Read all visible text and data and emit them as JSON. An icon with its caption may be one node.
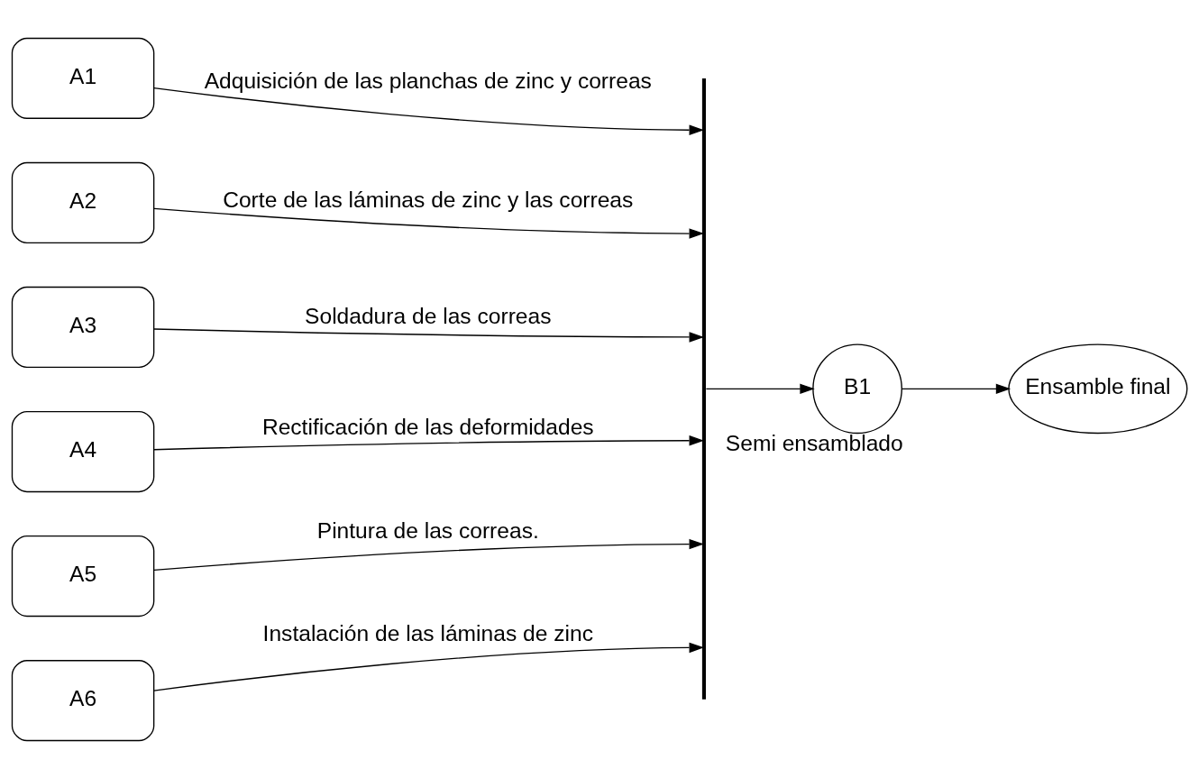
{
  "diagram": {
    "nodes": [
      {
        "text": [
          "A1"
        ]
      },
      {
        "text": [
          "A2"
        ]
      },
      {
        "text": [
          "A3"
        ]
      },
      {
        "text": [
          "A4"
        ]
      },
      {
        "text": [
          "A5"
        ]
      },
      {
        "text": [
          "A6"
        ]
      },
      {
        "text": [],
        "shape": "bar"
      },
      {
        "text": [
          "B1"
        ],
        "beside": [
          "Semi ensamblado"
        ]
      },
      {
        "text": [
          "Ensamble final"
        ]
      }
    ],
    "edges": [
      {
        "from": 0,
        "to": 6,
        "arrow": "to",
        "label": "Adquisición de las planchas de zinc y correas"
      },
      {
        "from": 1,
        "to": 6,
        "arrow": "to",
        "label": "Corte de las láminas de zinc y las correas"
      },
      {
        "from": 2,
        "to": 6,
        "arrow": "to",
        "label": "Soldadura de las correas"
      },
      {
        "from": 3,
        "to": 6,
        "arrow": "to",
        "label": "Rectificación de las deformidades"
      },
      {
        "from": 4,
        "to": 6,
        "arrow": "to",
        "label": "Pintura de las correas."
      },
      {
        "from": 5,
        "to": 6,
        "arrow": "to",
        "label": "Instalación de las láminas de zinc"
      },
      {
        "from": 6,
        "to": 7,
        "arrow": "to"
      },
      {
        "from": 7,
        "to": 8,
        "arrow": "to"
      }
    ]
  }
}
